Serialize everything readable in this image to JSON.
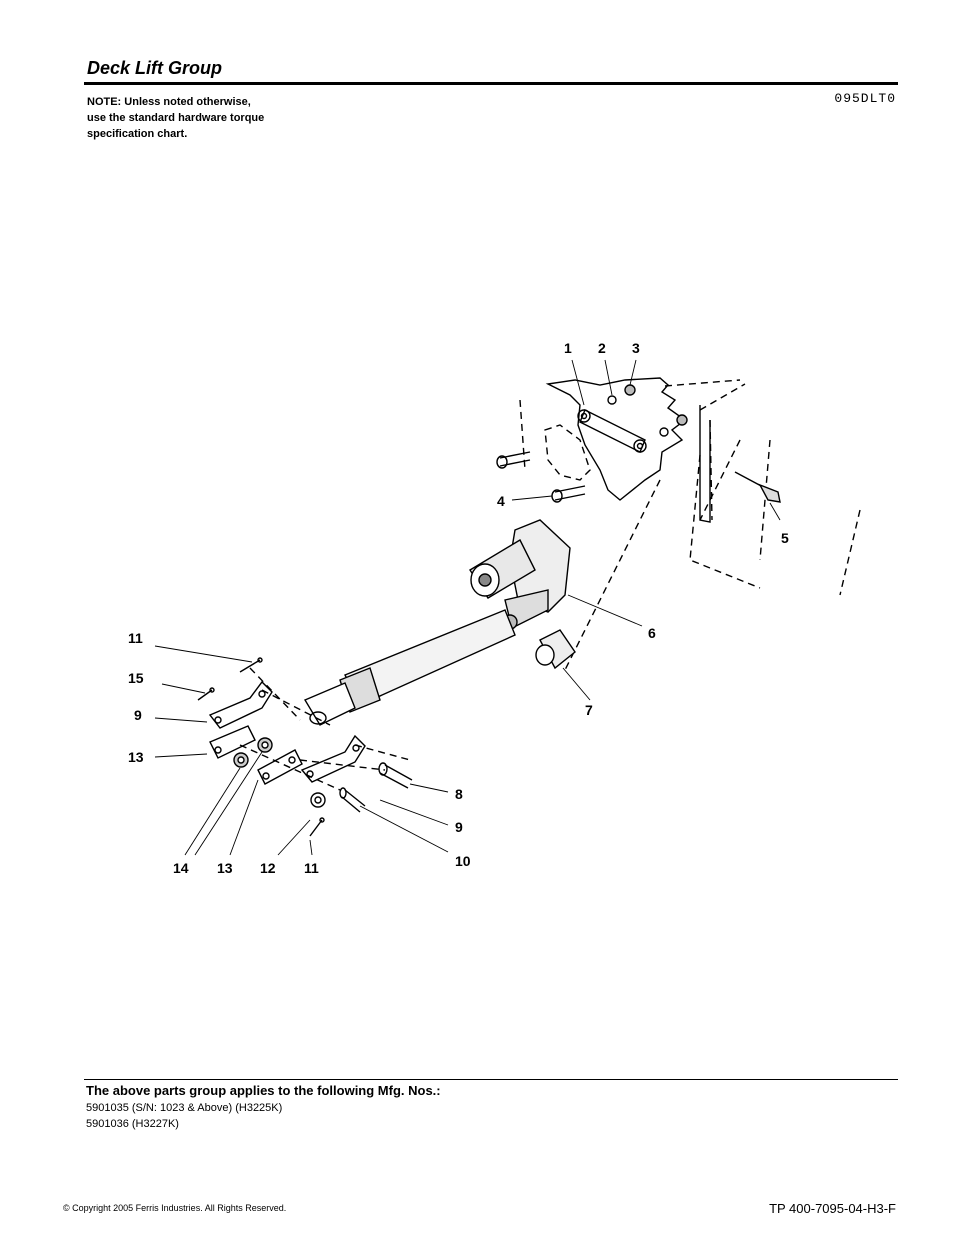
{
  "header": {
    "title": "Deck Lift Group",
    "note_lines": [
      "NOTE: Unless noted otherwise,",
      "use the standard hardware torque",
      "specification chart."
    ],
    "figure_code": "095DLT0"
  },
  "callouts": [
    "1",
    "2",
    "3",
    "4",
    "5",
    "6",
    "7",
    "8",
    "9",
    "10",
    "11",
    "12",
    "13",
    "14",
    "15"
  ],
  "footer": {
    "applies_heading": "The above parts group applies to the following Mfg. Nos.:",
    "mfg_numbers": [
      "5901035 (S/N: 1023 & Above) (H3225K)",
      "5901036 (H3227K)"
    ],
    "copyright": "© Copyright  2005 Ferris Industries. All Rights Reserved.",
    "doc_number": "TP 400-7095-04-H3-F"
  }
}
